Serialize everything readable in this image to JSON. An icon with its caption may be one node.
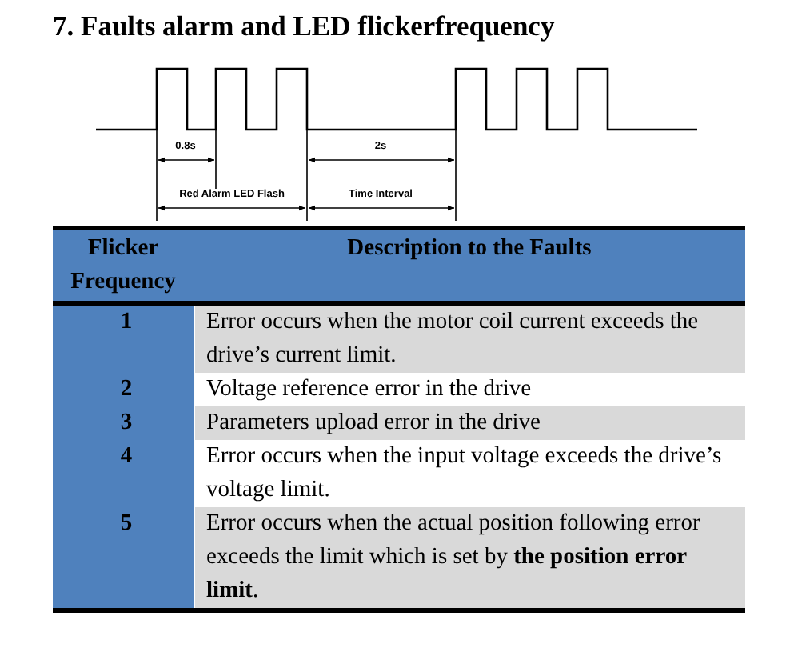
{
  "diagram": {
    "title": "7. Faults alarm and LED flickerfrequency",
    "labels": [
      "0.8s",
      "2s",
      "Red Alarm LED Flash",
      "Time Interval",
      "Flicker Frequency",
      "Description to the Faults",
      "1",
      "Error occurs when the motor coil current exceeds the drive’s current limit.",
      "2",
      "Voltage reference error in the drive",
      "3",
      "Parameters upload error in the drive",
      "4",
      "Error occurs when the input voltage exceeds the drive’s voltage limit.",
      "5",
      "Error occurs when the actual position following error exceeds the limit which is set by **the position error limit**."
    ]
  }
}
